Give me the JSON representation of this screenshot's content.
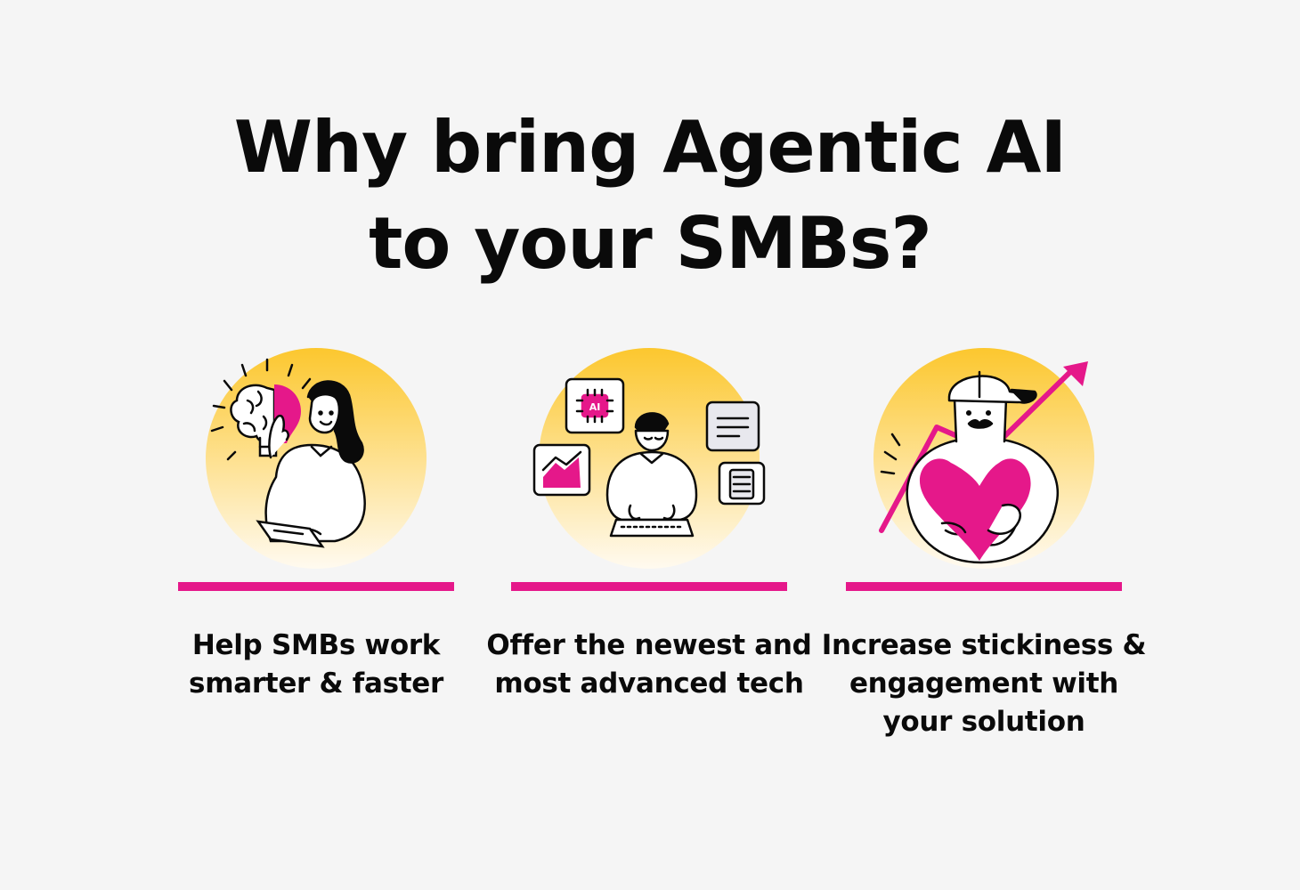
{
  "title": {
    "line1": "Why bring Agentic AI",
    "line2": "to your SMBs?"
  },
  "colors": {
    "accent": "#e5188a",
    "circle_top": "#fcc72e",
    "circle_bottom": "#fffaf0",
    "ink": "#0a0a0a",
    "background": "#f5f5f5"
  },
  "cards": [
    {
      "illustration": "person-with-brain-lightbulb-illustration",
      "caption": "Help SMBs work smarter & faster"
    },
    {
      "illustration": "person-typing-with-ai-widgets-illustration",
      "ai_chip_label": "AI",
      "caption": "Offer the newest and most advanced tech"
    },
    {
      "illustration": "man-hugging-heart-growth-arrow-illustration",
      "caption": "Increase stickiness & engagement with your solution"
    }
  ]
}
